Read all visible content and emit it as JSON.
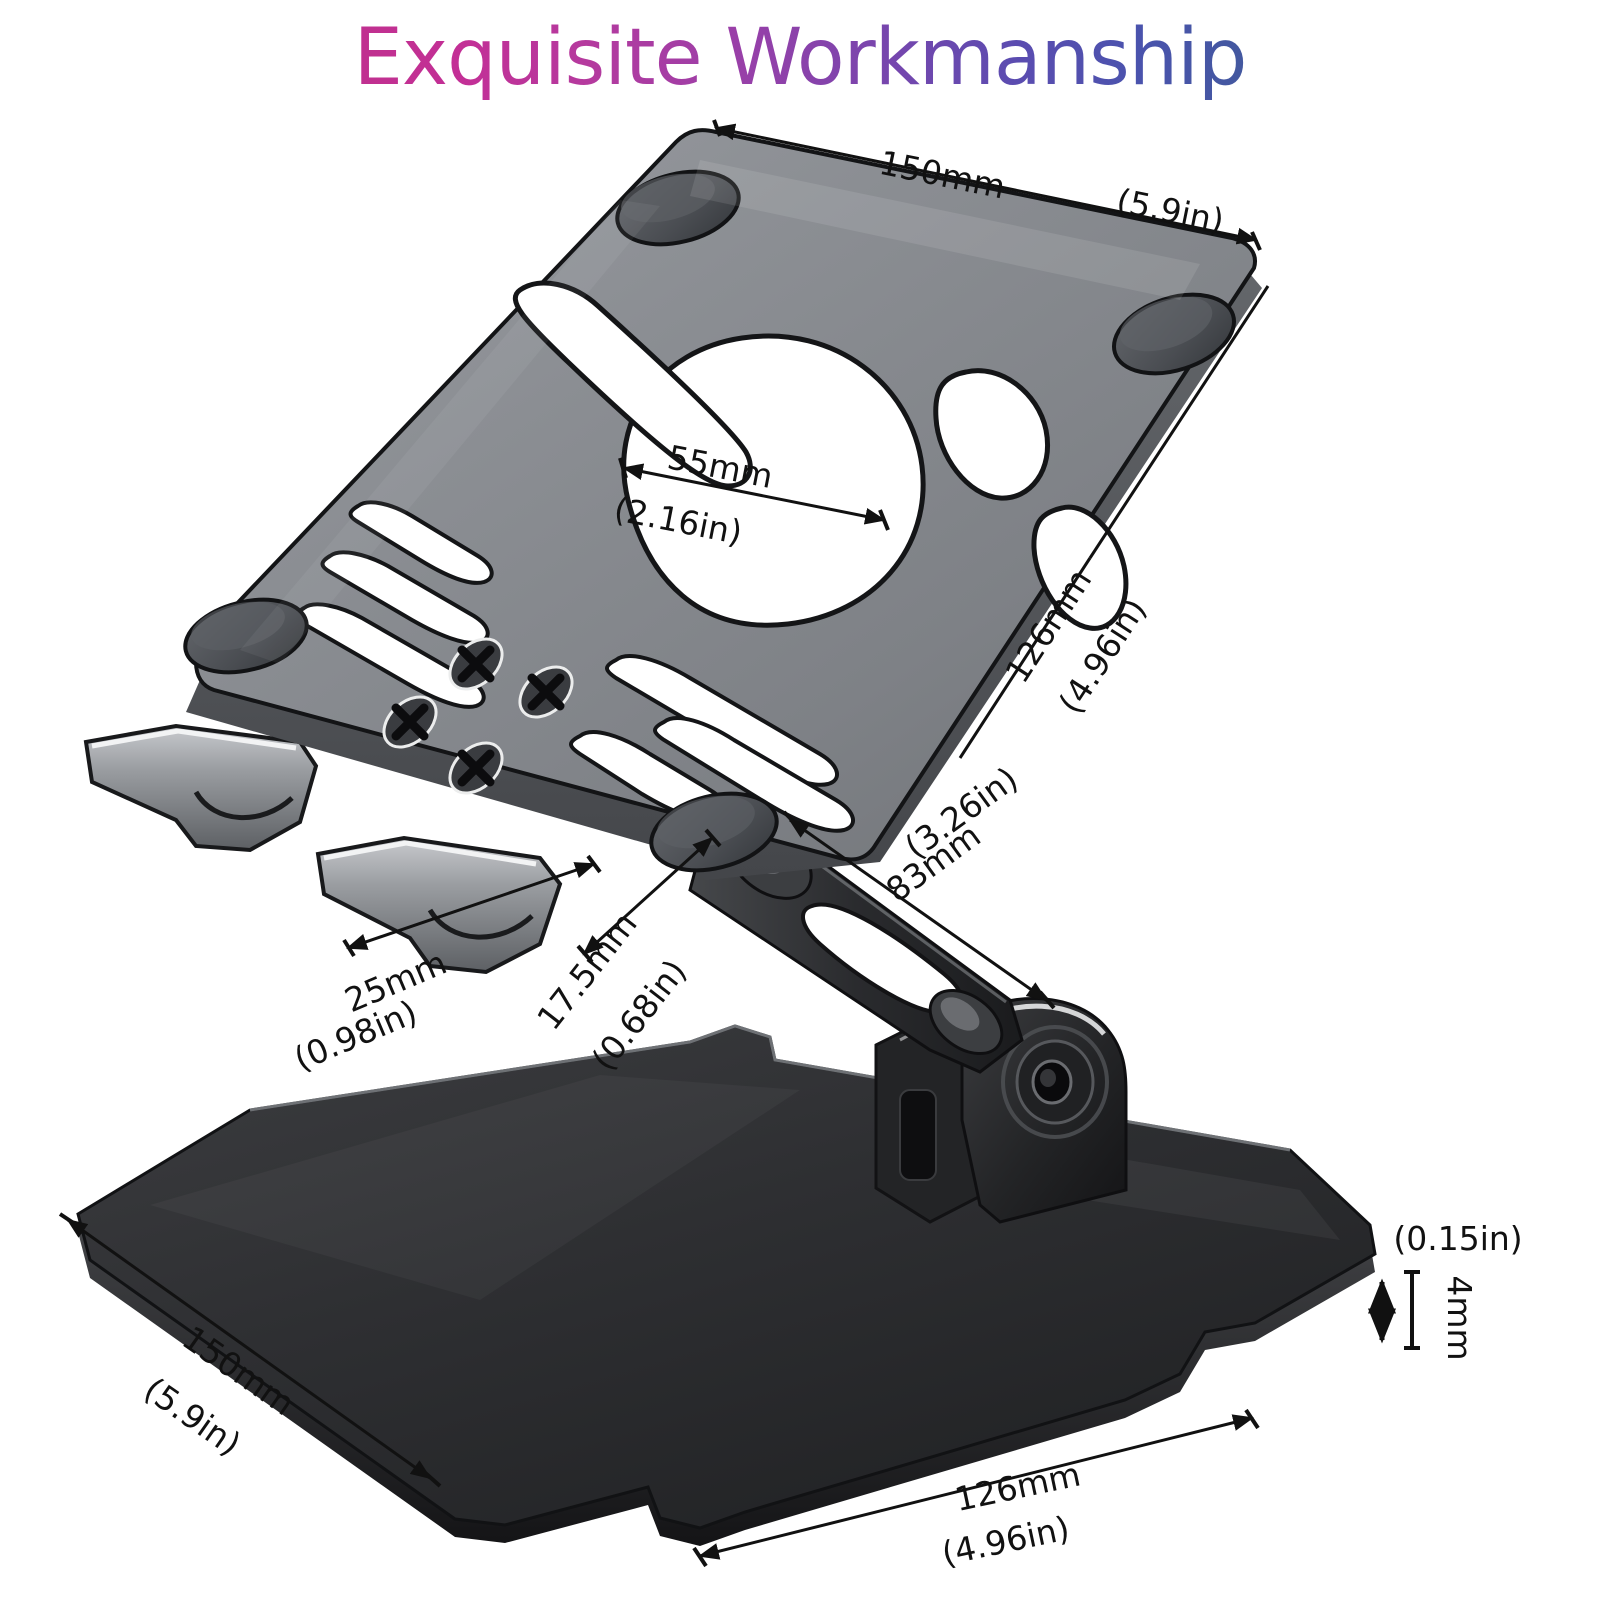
{
  "page": {
    "background_color": "#ffffff",
    "title": "Exquisite Workmanship",
    "title_gradient_start": "#c0308f",
    "title_gradient_end": "#43589f"
  },
  "product": {
    "name": "adjustable-tablet-stand",
    "top_plate_color": "#8c8f93",
    "base_plate_color": "#2b2b2d",
    "hinge_color": "#1d1d1f",
    "pad_color": "#4a4d52"
  },
  "dimensions": {
    "top_plate_width": {
      "mm": "150mm",
      "in": "(5.9in)"
    },
    "top_plate_depth": {
      "mm": "126mm",
      "in": "(4.96in)"
    },
    "center_cutout": {
      "mm": "55mm",
      "in": "(2.16in)"
    },
    "support_arm": {
      "mm": "83mm",
      "in": "(3.26in)"
    },
    "lip_depth": {
      "mm": "25mm",
      "in": "(0.98in)"
    },
    "lip_height": {
      "mm": "17.5mm",
      "in": "(0.68in)"
    },
    "base_width": {
      "mm": "150mm",
      "in": "(5.9in)"
    },
    "base_depth": {
      "mm": "126mm",
      "in": "(4.96in)"
    },
    "base_thickness": {
      "mm": "4mm",
      "in": "(0.15in)"
    }
  }
}
